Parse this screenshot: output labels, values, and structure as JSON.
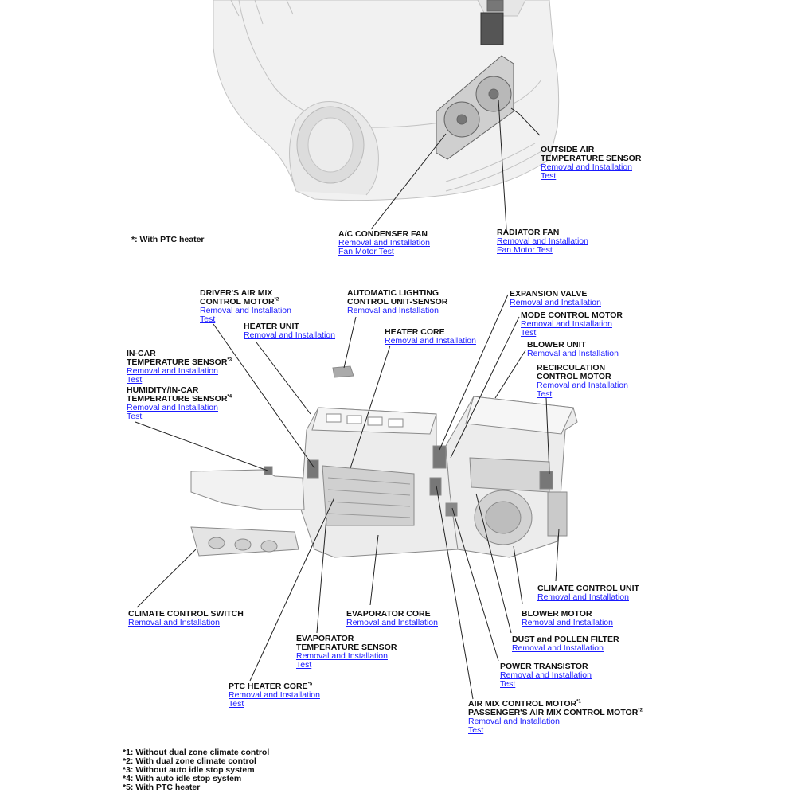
{
  "callouts": [
    {
      "id": "outside-air-temp-sensor",
      "title": [
        "OUTSIDE AIR",
        "TEMPERATURE SENSOR"
      ],
      "sup": [
        "",
        ""
      ],
      "links": [
        "Removal and Installation",
        "Test"
      ]
    },
    {
      "id": "ac-condenser-fan",
      "title": [
        "A/C CONDENSER FAN"
      ],
      "sup": [
        ""
      ],
      "links": [
        "Removal and Installation",
        "Fan Motor Test"
      ]
    },
    {
      "id": "radiator-fan",
      "title": [
        "RADIATOR FAN"
      ],
      "sup": [
        ""
      ],
      "links": [
        "Removal and Installation",
        "Fan Motor Test"
      ]
    },
    {
      "id": "drivers-air-mix-control-motor",
      "title": [
        "DRIVER'S AIR MIX",
        "CONTROL MOTOR"
      ],
      "sup": [
        "",
        "*2"
      ],
      "links": [
        "Removal and Installation",
        "Test"
      ]
    },
    {
      "id": "automatic-lighting-control-unit-sensor",
      "title": [
        "AUTOMATIC LIGHTING",
        "CONTROL UNIT-SENSOR"
      ],
      "sup": [
        "",
        ""
      ],
      "links": [
        "Removal and Installation"
      ]
    },
    {
      "id": "expansion-valve",
      "title": [
        "EXPANSION VALVE"
      ],
      "sup": [
        ""
      ],
      "links": [
        "Removal and Installation"
      ]
    },
    {
      "id": "mode-control-motor",
      "title": [
        "MODE CONTROL MOTOR"
      ],
      "sup": [
        ""
      ],
      "links": [
        "Removal and Installation",
        "Test"
      ]
    },
    {
      "id": "heater-unit",
      "title": [
        "HEATER UNIT"
      ],
      "sup": [
        ""
      ],
      "links": [
        "Removal and Installation"
      ]
    },
    {
      "id": "heater-core",
      "title": [
        "HEATER CORE"
      ],
      "sup": [
        ""
      ],
      "links": [
        "Removal and Installation"
      ]
    },
    {
      "id": "blower-unit",
      "title": [
        "BLOWER UNIT"
      ],
      "sup": [
        ""
      ],
      "links": [
        "Removal and Installation"
      ]
    },
    {
      "id": "in-car-temp-sensor",
      "title": [
        "IN-CAR",
        "TEMPERATURE SENSOR"
      ],
      "sup": [
        "",
        "*3"
      ],
      "links": [
        "Removal and Installation",
        "Test"
      ]
    },
    {
      "id": "recirculation-control-motor",
      "title": [
        "RECIRCULATION",
        "CONTROL MOTOR"
      ],
      "sup": [
        "",
        ""
      ],
      "links": [
        "Removal and Installation",
        "Test"
      ]
    },
    {
      "id": "humidity-in-car-temp-sensor",
      "title": [
        "HUMIDITY/IN-CAR",
        "TEMPERATURE SENSOR"
      ],
      "sup": [
        "",
        "*4"
      ],
      "links": [
        "Removal and Installation",
        "Test"
      ]
    },
    {
      "id": "climate-control-unit",
      "title": [
        "CLIMATE CONTROL UNIT"
      ],
      "sup": [
        ""
      ],
      "links": [
        "Removal and Installation"
      ]
    },
    {
      "id": "climate-control-switch",
      "title": [
        "CLIMATE CONTROL SWITCH"
      ],
      "sup": [
        ""
      ],
      "links": [
        "Removal and Installation"
      ]
    },
    {
      "id": "blower-motor",
      "title": [
        "BLOWER MOTOR"
      ],
      "sup": [
        ""
      ],
      "links": [
        "Removal and Installation"
      ]
    },
    {
      "id": "evaporator-core",
      "title": [
        "EVAPORATOR CORE"
      ],
      "sup": [
        ""
      ],
      "links": [
        "Removal and Installation"
      ]
    },
    {
      "id": "dust-and-pollen-filter",
      "title": [
        "DUST and POLLEN FILTER"
      ],
      "sup": [
        ""
      ],
      "links": [
        "Removal and Installation"
      ]
    },
    {
      "id": "evaporator-temp-sensor",
      "title": [
        "EVAPORATOR",
        "TEMPERATURE SENSOR"
      ],
      "sup": [
        "",
        ""
      ],
      "links": [
        "Removal and Installation",
        "Test"
      ]
    },
    {
      "id": "power-transistor",
      "title": [
        "POWER TRANSISTOR"
      ],
      "sup": [
        ""
      ],
      "links": [
        "Removal and Installation",
        "Test"
      ]
    },
    {
      "id": "ptc-heater-core",
      "title": [
        "PTC HEATER CORE"
      ],
      "sup": [
        "*5"
      ],
      "links": [
        "Removal and Installation",
        "Test"
      ]
    },
    {
      "id": "air-mix-control-motor",
      "title": [
        "AIR MIX CONTROL MOTOR",
        "PASSENGER'S AIR MIX CONTROL MOTOR"
      ],
      "sup": [
        "*1",
        "*2"
      ],
      "links": [
        "Removal and Installation",
        "Test"
      ]
    }
  ],
  "top_note": "*: With PTC heater",
  "footnotes": [
    "*1: Without dual zone climate control",
    "*2: With dual zone climate control",
    "*3: Without auto idle stop system",
    "*4: With auto idle stop system",
    "*5: With PTC heater"
  ],
  "colors": {
    "link": "#1a1aff",
    "text": "#111111",
    "line": "#222222",
    "drawing": "#bfbfbf"
  }
}
